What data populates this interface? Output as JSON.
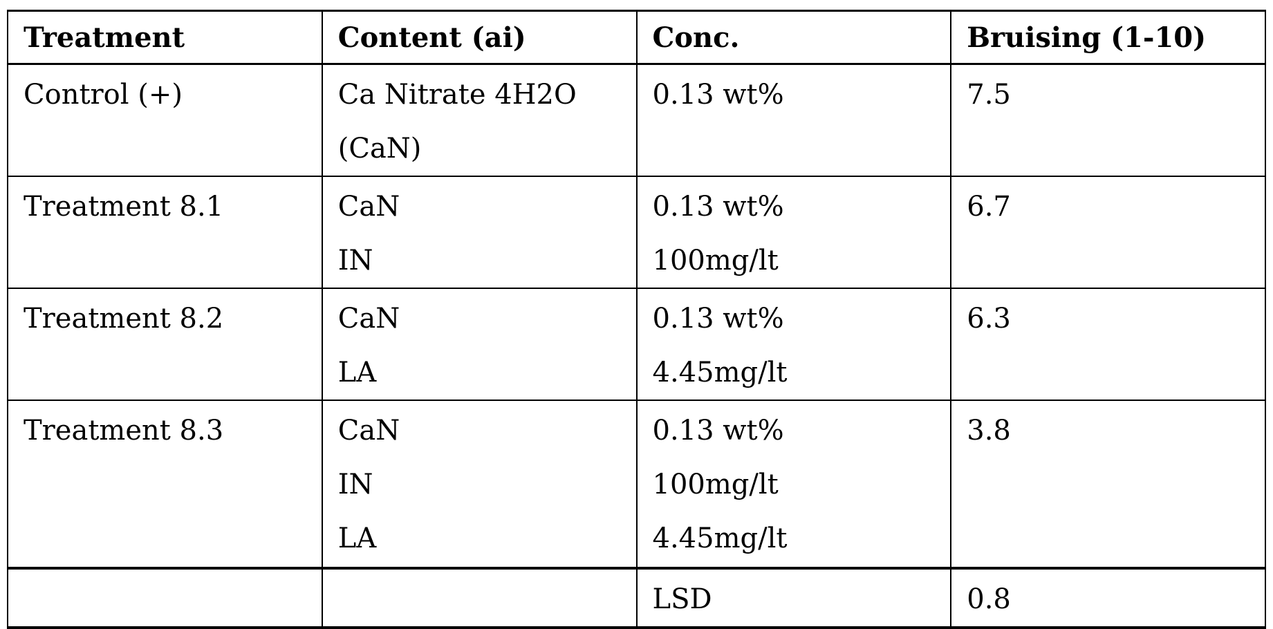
{
  "table": {
    "headers": [
      "Treatment",
      "Content (ai)",
      "Conc.",
      "Bruising (1-10)"
    ],
    "rows": [
      {
        "treatment": "Control (+)",
        "content": [
          "Ca Nitrate 4H2O",
          "(CaN)"
        ],
        "conc": [
          "0.13 wt%"
        ],
        "bruising": "7.5"
      },
      {
        "treatment": "Treatment 8.1",
        "content": [
          "CaN",
          "IN"
        ],
        "conc": [
          "0.13 wt%",
          "100mg/lt"
        ],
        "bruising": "6.7"
      },
      {
        "treatment": "Treatment 8.2",
        "content": [
          "CaN",
          "LA"
        ],
        "conc": [
          "0.13 wt%",
          "4.45mg/lt"
        ],
        "bruising": "6.3"
      },
      {
        "treatment": "Treatment 8.3",
        "content": [
          "CaN",
          "IN",
          "LA"
        ],
        "conc": [
          "0.13 wt%",
          "100mg/lt",
          "4.45mg/lt"
        ],
        "bruising": "3.8"
      },
      {
        "treatment": "",
        "content": [
          ""
        ],
        "conc": [
          "LSD"
        ],
        "bruising": "0.8"
      }
    ]
  }
}
